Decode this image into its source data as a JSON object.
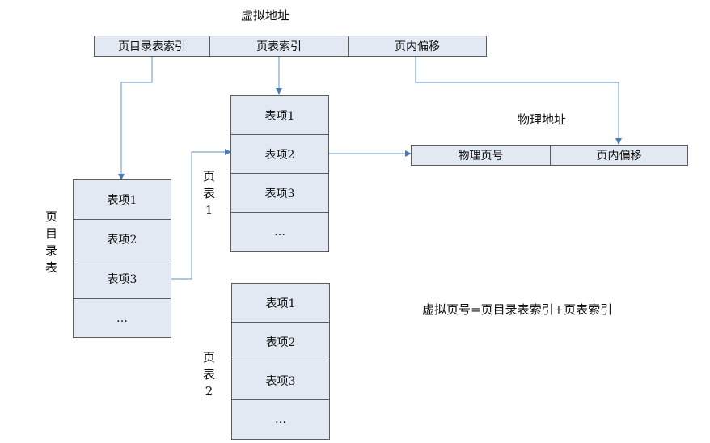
{
  "virtual_address": {
    "title": "虚拟地址",
    "fields": [
      "页目录表索引",
      "页表索引",
      "页内偏移"
    ]
  },
  "physical_address": {
    "title": "物理地址",
    "fields": [
      "物理页号",
      "页内偏移"
    ]
  },
  "page_directory": {
    "label_chars": [
      "页",
      "目",
      "录",
      "表"
    ],
    "entries": [
      "表项1",
      "表项2",
      "表项3",
      "…"
    ]
  },
  "page_table_1": {
    "label_chars": [
      "页",
      "表",
      "1"
    ],
    "entries": [
      "表项1",
      "表项2",
      "表项3",
      "…"
    ]
  },
  "page_table_2": {
    "label_chars": [
      "页",
      "表",
      "2"
    ],
    "entries": [
      "表项1",
      "表项2",
      "表项3",
      "…"
    ]
  },
  "formula": "虚拟页号=页目录表索引+页表索引",
  "colors": {
    "box_fill": "#e3e9f3",
    "border": "#5b5b5b",
    "arrow": "#4a7ab8"
  }
}
